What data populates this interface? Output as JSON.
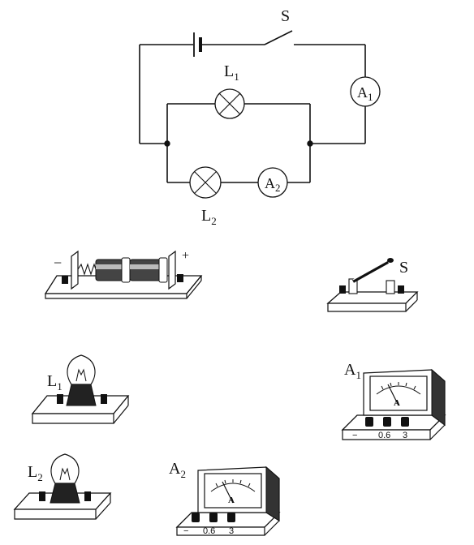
{
  "circuit": {
    "switch": {
      "label": "S"
    },
    "lamp1": {
      "base": "L",
      "sub": "1"
    },
    "lamp2": {
      "base": "L",
      "sub": "2"
    },
    "ammeter1": {
      "base": "A",
      "sub": "1"
    },
    "ammeter2": {
      "base": "A",
      "sub": "2"
    }
  },
  "battery": {
    "minus": "−",
    "plus": "+"
  },
  "knife_switch": {
    "label": "S"
  },
  "bulb1": {
    "base": "L",
    "sub": "1"
  },
  "bulb2": {
    "base": "L",
    "sub": "2"
  },
  "meter1": {
    "base": "A",
    "sub": "1",
    "unit": "A",
    "terminals": [
      "−",
      "0.6",
      "3"
    ]
  },
  "meter2": {
    "base": "A",
    "sub": "2",
    "unit": "A",
    "terminals": [
      "−",
      "0.6",
      "3"
    ]
  }
}
